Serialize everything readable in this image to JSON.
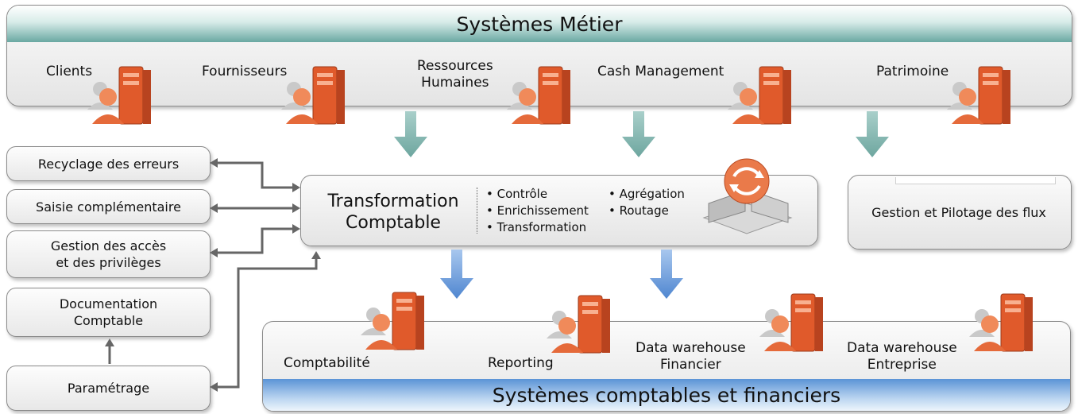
{
  "top_panel": {
    "title": "Systèmes Métier",
    "items": [
      {
        "label": "Clients"
      },
      {
        "label": "Fournisseurs"
      },
      {
        "label": "Ressources\nHumaines"
      },
      {
        "label": "Cash Management"
      },
      {
        "label": "Patrimoine"
      }
    ]
  },
  "left_boxes": [
    {
      "label": "Recyclage des erreurs"
    },
    {
      "label": "Saisie complémentaire"
    },
    {
      "label": "Gestion des accès\net des privilèges"
    },
    {
      "label": "Documentation\nComptable"
    },
    {
      "label": "Paramétrage"
    }
  ],
  "center": {
    "title": "Transformation\nComptable",
    "bullets_col1": [
      "• Contrôle",
      "• Enrichissement",
      "• Transformation"
    ],
    "bullets_col2": [
      "• Agrégation",
      "• Routage"
    ]
  },
  "right_box": {
    "label": "Gestion et Pilotage des flux"
  },
  "bottom_panel": {
    "title": "Systèmes comptables et financiers",
    "items": [
      {
        "label": "Comptabilité"
      },
      {
        "label": "Reporting"
      },
      {
        "label": "Data warehouse\nFinancier"
      },
      {
        "label": "Data warehouse\nEntreprise"
      }
    ]
  },
  "colors": {
    "teal_band": "#5f9e98",
    "blue_band": "#6a9fd8",
    "server_orange": "#e05a2b",
    "arrow_teal": "#7fb2ac",
    "arrow_blue": "#5b8fd6"
  },
  "icons": [
    "server-user-icon",
    "transformation-gear-icon"
  ]
}
